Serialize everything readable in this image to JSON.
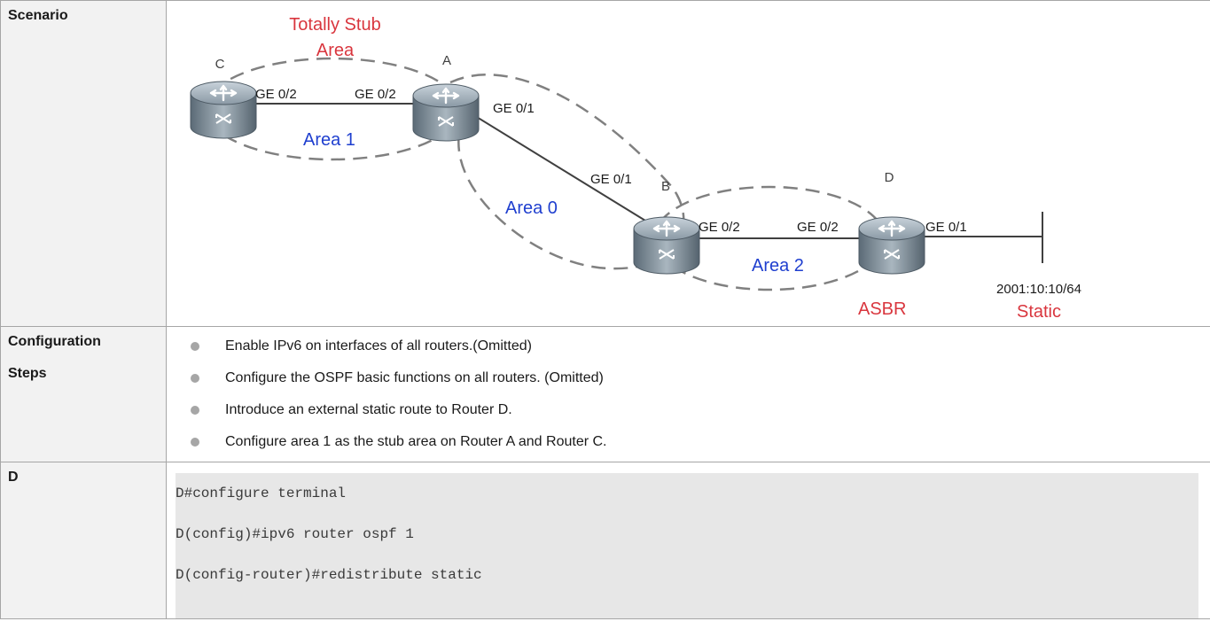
{
  "rows": {
    "scenario_label": "Scenario",
    "config_label_1": "Configuration",
    "config_label_2": "Steps",
    "d_label": "D"
  },
  "diagram": {
    "title_line1": "Totally Stub",
    "title_line2": "Area",
    "routers": {
      "c": "C",
      "a": "A",
      "b": "B",
      "d": "D"
    },
    "interfaces": {
      "c_ge02": "GE 0/2",
      "a_ge02": "GE 0/2",
      "a_ge01": "GE 0/1",
      "b_ge01": "GE 0/1",
      "b_ge02": "GE 0/2",
      "d_ge02": "GE 0/2",
      "d_ge01": "GE 0/1"
    },
    "areas": {
      "area1": "Area 1",
      "area0": "Area 0",
      "area2": "Area 2"
    },
    "asbr": "ASBR",
    "network": "2001:10:10/64",
    "static": "Static",
    "colors": {
      "red": "#d9363e",
      "blue": "#1f3fcf",
      "dash": "#7f7f7f"
    }
  },
  "steps": [
    "Enable IPv6 on interfaces of all routers.(Omitted)",
    "Configure the OSPF basic functions on all routers. (Omitted)",
    "Introduce an external static route to Router D.",
    "Configure area 1 as the stub area on Router A and Router C."
  ],
  "code": [
    "D#configure terminal",
    "D(config)#ipv6 router ospf 1",
    "D(config-router)#redistribute static"
  ]
}
